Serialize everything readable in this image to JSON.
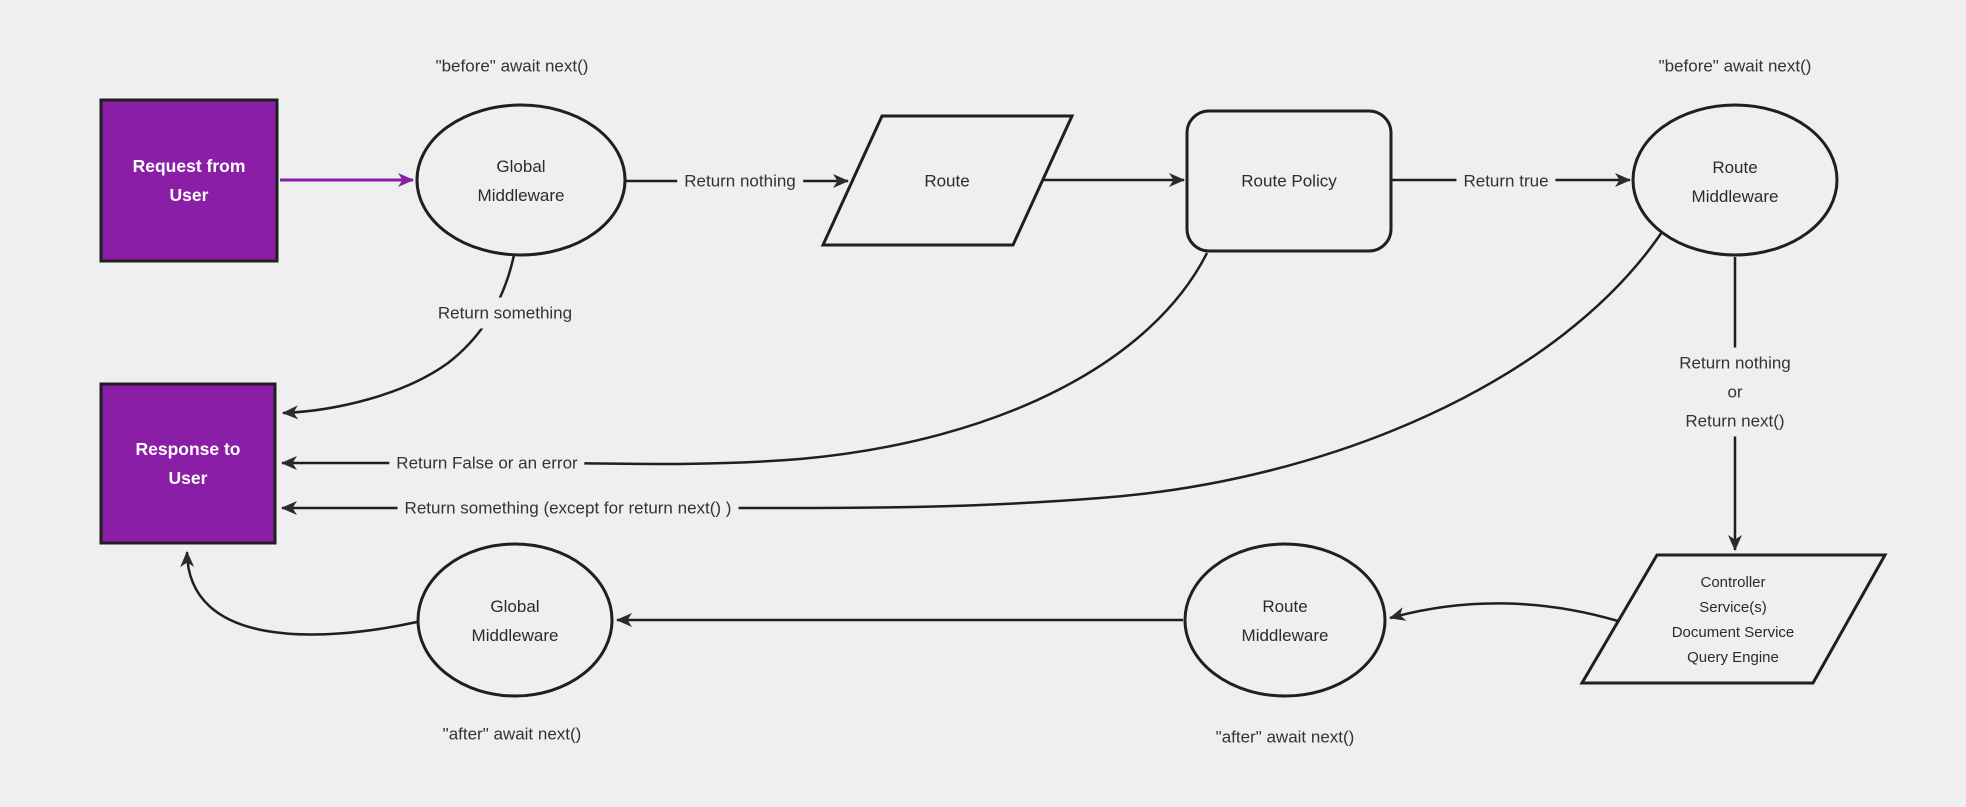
{
  "diagram": {
    "title_hint": "request-response middleware lifecycle flowchart",
    "colors": {
      "background": "#efefef",
      "node_fill": "#efefef",
      "node_stroke": "#1f1f1f",
      "accent_purple": "#8a1ea7",
      "label_text": "#333333",
      "node_text": "#2b2b2b",
      "box_text": "#ffffff"
    },
    "nodes": {
      "request": {
        "label": "Request from\nUser"
      },
      "global_mw_top": {
        "label": "Global\nMiddleware"
      },
      "route": {
        "label": "Route"
      },
      "route_policy": {
        "label": "Route Policy"
      },
      "route_mw_top": {
        "label": "Route\nMiddleware"
      },
      "response": {
        "label": "Response to\nUser"
      },
      "global_mw_bottom": {
        "label": "Global\nMiddleware"
      },
      "route_mw_bottom": {
        "label": "Route\nMiddleware"
      },
      "controller": {
        "label": "Controller\nService(s)\nDocument Service\nQuery Engine"
      }
    },
    "edge_labels": {
      "before_next_left": "\"before\" await next()",
      "before_next_right": "\"before\" await next()",
      "return_nothing": "Return nothing",
      "return_true": "Return true",
      "return_something": "Return something",
      "return_false": "Return False or an error",
      "return_something_except": "Return something (except for return next() )",
      "return_nothing_or_next": "Return nothing\nor\nReturn next()",
      "after_next_left": "\"after\" await next()",
      "after_next_right": "\"after\" await next()"
    }
  }
}
